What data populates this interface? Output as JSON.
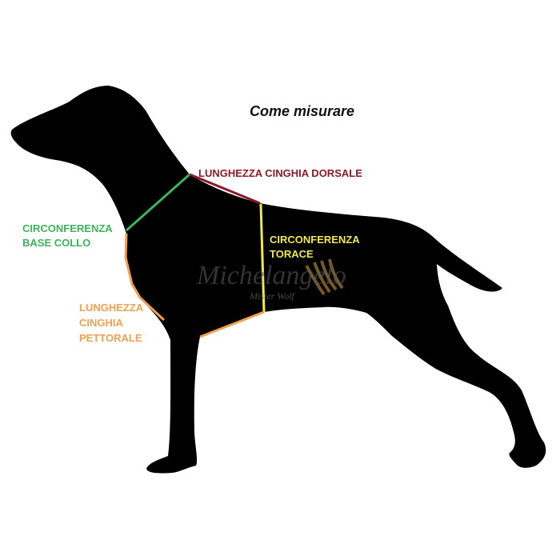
{
  "title": "Come misurare",
  "labels": {
    "dorsal": "LUNGHEZZA CINGHIA DORSALE",
    "neck": [
      "CIRCONFERENZA",
      "BASE COLLO"
    ],
    "chest": [
      "CIRCONFERENZA",
      "TORACE"
    ],
    "pectoral": [
      "LUNGHEZZA",
      "CINGHIA",
      "PETTORALE"
    ]
  },
  "watermark": {
    "main": "Michelangelo",
    "sub": "Mister Wolf"
  },
  "colors": {
    "silhouette": "#000000",
    "dorsal": "#8b1a2b",
    "neck": "#3cb55a",
    "chest": "#f2e94a",
    "pectoral": "#f0a050"
  }
}
